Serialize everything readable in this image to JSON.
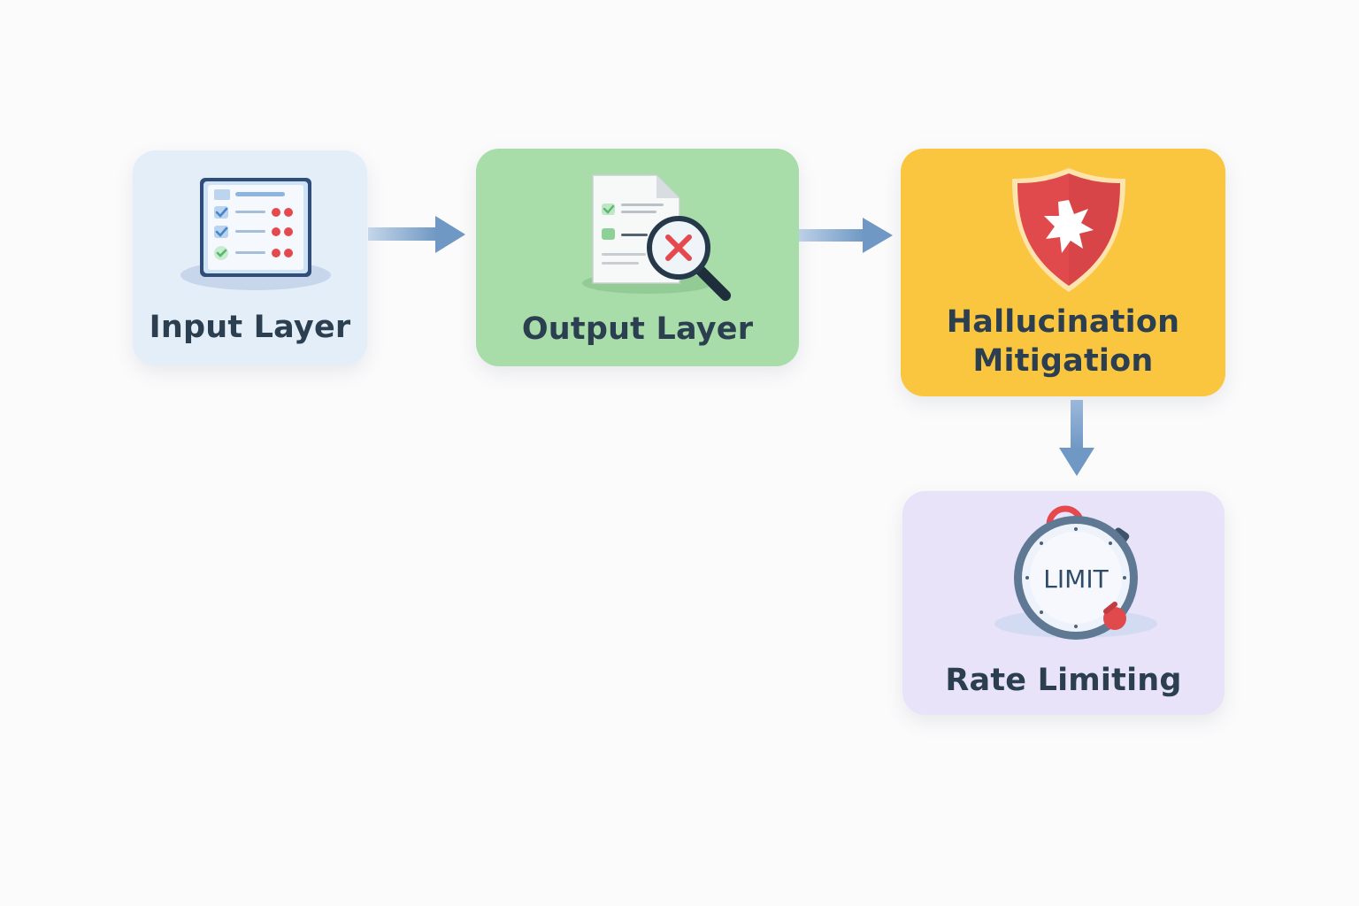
{
  "nodes": {
    "input": {
      "label": "Input Layer",
      "color": "#e3eef9",
      "icon": "checklist-icon"
    },
    "output": {
      "label": "Output Layer",
      "color": "#a8dca9",
      "icon": "document-magnifier-reject-icon"
    },
    "hallucination": {
      "label_line1": "Hallucination",
      "label_line2": "Mitigation",
      "color": "#fbc63f",
      "icon": "shield-icon"
    },
    "rate": {
      "label": "Rate Limiting",
      "color": "#e8e3f8",
      "icon": "stopwatch-icon",
      "icon_text": "LIMIT"
    }
  },
  "colors": {
    "arrow": "#6f98c4",
    "text": "#2b3f50",
    "alert_red": "#e5484d",
    "check_green": "#59b86a"
  }
}
